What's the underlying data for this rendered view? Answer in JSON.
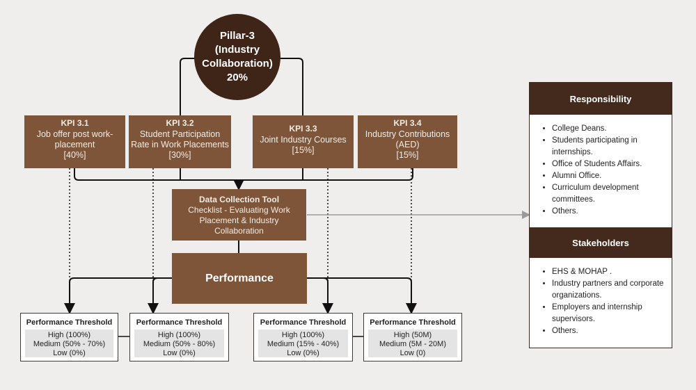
{
  "pillar": {
    "line1": "Pillar-3",
    "line2": "(Industry",
    "line3": "Collaboration)",
    "line4": "20%"
  },
  "kpis": [
    {
      "title": "KPI 3.1",
      "lines": [
        "Job offer post work-",
        "placement",
        "[40%]"
      ]
    },
    {
      "title": "KPI 3.2",
      "lines": [
        "Student Participation",
        "Rate in Work Placements",
        "[30%]"
      ]
    },
    {
      "title": "KPI 3.3",
      "lines": [
        "Joint Industry Courses",
        "[15%]"
      ]
    },
    {
      "title": "KPI 3.4",
      "lines": [
        "Industry Contributions",
        "(AED)",
        "[15%]"
      ]
    }
  ],
  "data_collection": {
    "title": "Data Collection Tool",
    "lines": [
      "Checklist - Evaluating Work",
      "Placement & Industry",
      "Collaboration"
    ]
  },
  "performance": {
    "label": "Performance"
  },
  "thresholds": [
    {
      "title": "Performance Threshold",
      "high": "High (100%)",
      "medium": "Medium (50% - 70%)",
      "low": "Low (0%)"
    },
    {
      "title": "Performance Threshold",
      "high": "High (100%)",
      "medium": "Medium (50% - 80%)",
      "low": "Low (0%)"
    },
    {
      "title": "Performance Threshold",
      "high": "High (100%)",
      "medium": "Medium (15% - 40%)",
      "low": "Low (0%)"
    },
    {
      "title": "Performance Threshold",
      "high": "High (50M)",
      "medium": "Medium (5M - 20M)",
      "low": "Low (0)"
    }
  ],
  "responsibility": {
    "title": "Responsibility",
    "items": [
      "College Deans.",
      "Students participating in internships.",
      "Office of Students Affairs.",
      "Alumni Office.",
      "Curriculum development committees.",
      "Others."
    ]
  },
  "stakeholders": {
    "title": "Stakeholders",
    "items": [
      "EHS & MOHAP .",
      "Industry partners and corporate organizations.",
      "Employers and internship supervisors.",
      "Others."
    ]
  },
  "colors": {
    "background": "#efeeed",
    "box_brown": "#7e5538",
    "dark_brown": "#3f2418",
    "header_brown": "#432a1d"
  }
}
